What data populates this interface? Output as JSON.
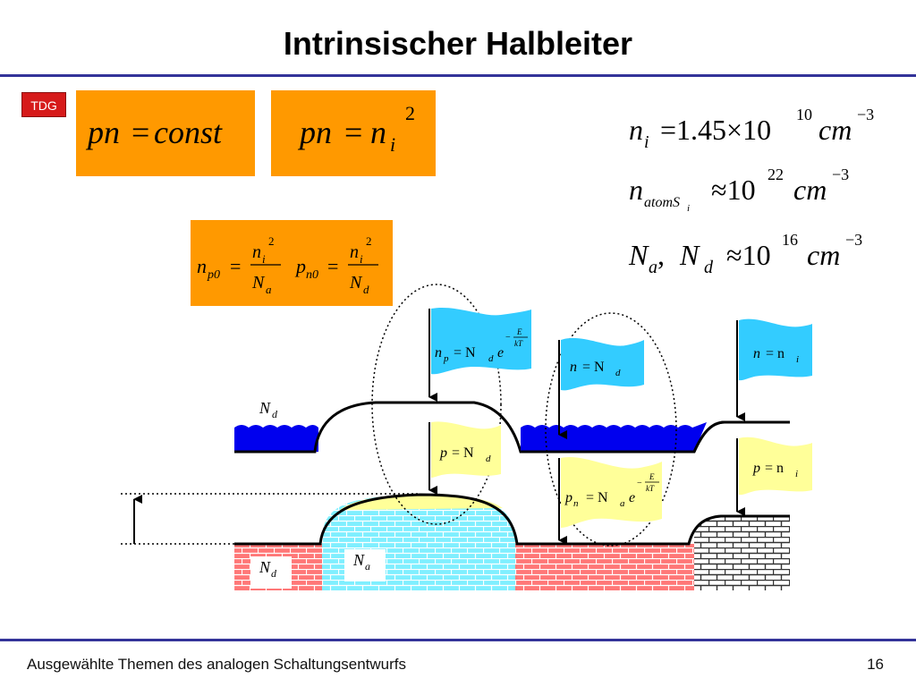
{
  "slide": {
    "title": "Intrinsischer Halbleiter",
    "badge": "TDG",
    "footer": "Ausgewählte Themen des analogen Schaltungsentwurfs",
    "page_number": "16"
  },
  "formulas": {
    "box1": {
      "lhs": "pn",
      "eq": "=",
      "rhs": "const"
    },
    "box2": {
      "lhs": "pn",
      "eq": "=",
      "n": "n",
      "sub": "i",
      "sup": "2"
    },
    "box3": {
      "left": {
        "n": "n",
        "sub": "p0",
        "eq": "=",
        "num": "n",
        "num_sub": "i",
        "num_sup": "2",
        "den": "N",
        "den_sub": "a"
      },
      "right": {
        "n": "p",
        "sub": "n0",
        "eq": "=",
        "num": "n",
        "num_sub": "i",
        "num_sup": "2",
        "den": "N",
        "den_sub": "d"
      }
    },
    "constants": [
      {
        "lhs": "n",
        "lhs_sub": "i",
        "rel": "=1.45×10",
        "exp": "10",
        "unit": "cm",
        "unit_exp": "−3"
      },
      {
        "lhs": "n",
        "lhs_sub": "atomS",
        "lhs_subsub": "i",
        "rel": "≈10",
        "exp": "22",
        "unit": "cm",
        "unit_exp": "−3"
      },
      {
        "lhs": "N",
        "lhs_sub": "a",
        "sep": ", ",
        "lhs2": "N",
        "lhs2_sub": "d",
        "rel": "≈10",
        "exp": "16",
        "unit": "cm",
        "unit_exp": "−3"
      }
    ]
  },
  "diagram": {
    "label_nd_water": {
      "v": "N",
      "sub": "d"
    },
    "label_nd_bottom": {
      "v": "N",
      "sub": "d"
    },
    "label_na_bottom": {
      "v": "N",
      "sub": "a"
    },
    "flag_np": {
      "lhs": "n",
      "lhs_sub": "p",
      "rhs": "= N",
      "rhs_sub": "d",
      "e": "e",
      "exp_num": "E",
      "exp_den": "kT",
      "exp_sign": "−"
    },
    "flag_n_eq_nd": {
      "lhs": "n",
      "rhs": "= N",
      "rhs_sub": "d"
    },
    "flag_n_eq_ni": {
      "lhs": "n",
      "rhs": "= n",
      "rhs_sub": "i"
    },
    "flag_p_eq_nd": {
      "lhs": "p",
      "rhs": "= N",
      "rhs_sub": "d"
    },
    "flag_pn": {
      "lhs": "p",
      "lhs_sub": "n",
      "rhs": "= N",
      "rhs_sub": "a",
      "e": "e",
      "exp_num": "E",
      "exp_den": "kT",
      "exp_sign": "−"
    },
    "flag_p_eq_ni": {
      "lhs": "p",
      "rhs": "= n",
      "rhs_sub": "i"
    },
    "colors": {
      "orange": "#ff9900",
      "cyan_flag": "#33ccff",
      "yellow_flag": "#ffff99",
      "water": "#0000ee",
      "red_brick": "#ff6666",
      "cyan_brick": "#66ffff",
      "gray_brick": "#555555"
    }
  }
}
